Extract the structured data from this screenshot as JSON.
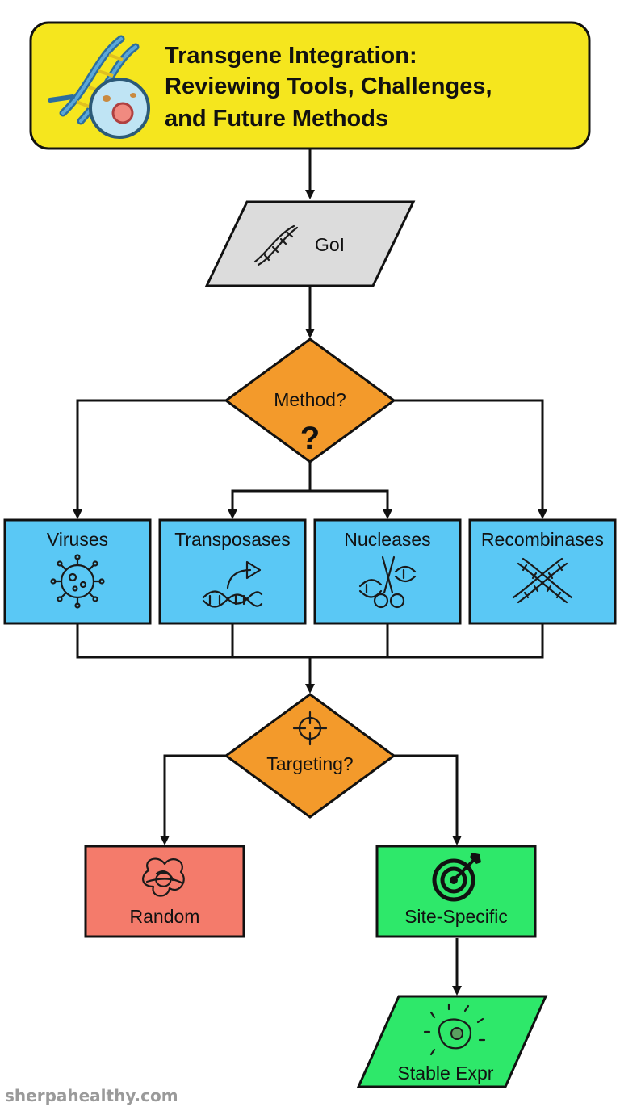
{
  "header": {
    "title_lines": [
      "Transgene Integration:",
      "Reviewing Tools, Challenges,",
      "and Future Methods"
    ],
    "colors": {
      "background": "#f5e61e"
    },
    "icon": "dna-cell-icon"
  },
  "input": {
    "label": "GoI",
    "icon": "dna-icon",
    "color": "#dcdcdc"
  },
  "method_decision": {
    "label": "Method?",
    "symbol": "?",
    "color": "#f39a2b"
  },
  "tools": [
    {
      "label": "Viruses",
      "icon": "virus-icon"
    },
    {
      "label": "Transposases",
      "icon": "dna-jump-arrow-icon"
    },
    {
      "label": "Nucleases",
      "icon": "scissors-dna-icon"
    },
    {
      "label": "Recombinases",
      "icon": "crossed-dna-icon"
    }
  ],
  "tool_color": "#5ac8f5",
  "targeting_decision": {
    "label": "Targeting?",
    "icon": "crosshair-icon",
    "color": "#f39a2b"
  },
  "outcomes": {
    "random": {
      "label": "Random",
      "icon": "tangle-icon",
      "color": "#f47b6b"
    },
    "site_specific": {
      "label": "Site-Specific",
      "icon": "target-arrow-icon",
      "color": "#2ee86a"
    }
  },
  "result": {
    "label": "Stable Expr",
    "icon": "glowing-cell-icon",
    "color": "#2ee86a"
  },
  "watermark": "sherpahealthy.com"
}
